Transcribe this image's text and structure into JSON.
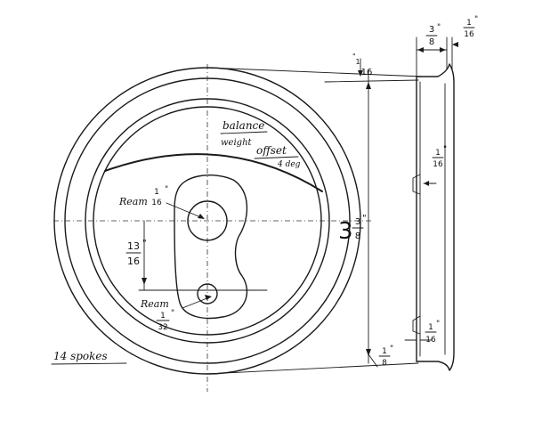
{
  "annotations": {
    "balance": "balance",
    "weight": "weight",
    "offset": "offset",
    "four_deg": "4 deg",
    "ream_top": "Ream",
    "ream_bottom": "Ream",
    "spokes": "14 spokes"
  },
  "dimensions": {
    "top_sixteenth_num": "1",
    "top_sixteenth_den": "16",
    "top_sixteenth_mark": "\"",
    "tall_whole": "3",
    "tall_num": "3",
    "tall_den": "8",
    "tall_mark": "\"",
    "width_num": "3",
    "width_den": "8",
    "width_mark": "\"",
    "tip_num": "1",
    "tip_den": "16",
    "tip_mark": "\"",
    "wall_num": "1",
    "wall_den": "16",
    "wall_mark": "\"",
    "flange_num": "1",
    "flange_den": "16",
    "flange_mark": "\"",
    "bottom_num": "1",
    "bottom_den": "8",
    "bottom_mark": "\"",
    "hole_top_num": "1",
    "hole_top_den": "16",
    "hole_top_mark": "\"",
    "spacing_num": "13",
    "spacing_den": "16",
    "spacing_mark": "\"",
    "hole_bottom_num": "1",
    "hole_bottom_den": "32",
    "hole_bottom_mark": "\""
  },
  "colors": {
    "ink": "#1a1a1a",
    "paper": "#ffffff"
  }
}
